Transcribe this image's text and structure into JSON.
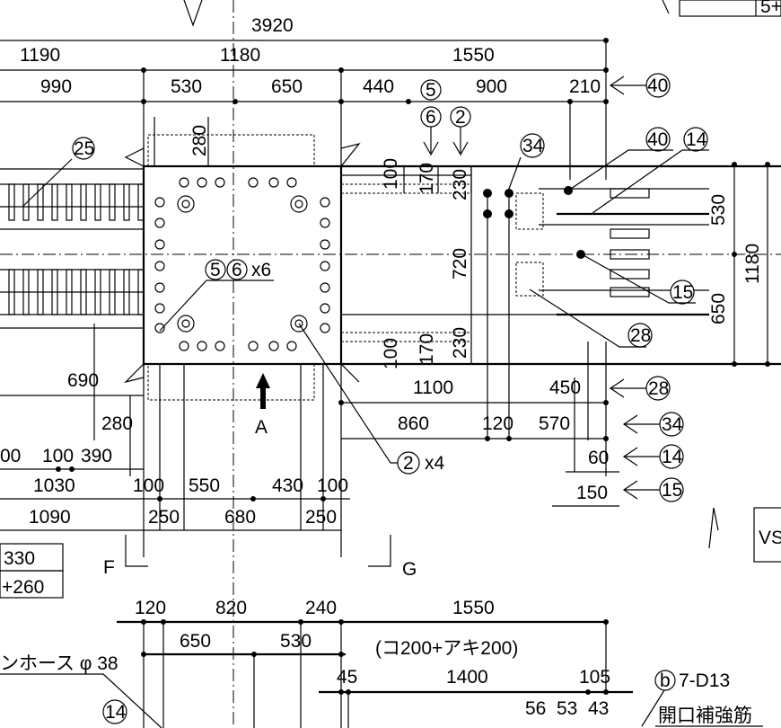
{
  "dims_top": {
    "total": "3920",
    "a": "1190",
    "b": "1180",
    "c": "1550",
    "r1": "990",
    "r2": "530",
    "r3": "650",
    "r4": "440",
    "r5": "900",
    "r6": "210"
  },
  "dims_vert": {
    "v280": "280",
    "v100a": "100",
    "v170a": "170",
    "v230a": "230",
    "v720": "720",
    "v100b": "100",
    "v170b": "170",
    "v230b": "230",
    "v530": "530",
    "v1180": "1180",
    "v650": "650"
  },
  "dims_lower": {
    "d690": "690",
    "d1100": "1100",
    "d450": "450",
    "d280": "280",
    "d860": "860",
    "d120": "120",
    "d570": "570",
    "d00": "00",
    "d100": "100",
    "d390": "390",
    "d60": "60",
    "d1030": "1030",
    "d100b": "100",
    "d550": "550",
    "d430": "430",
    "d100c": "100",
    "d150": "150",
    "d1090": "1090",
    "d250a": "250",
    "d680": "680",
    "d250b": "250"
  },
  "marks": {
    "m40a": "40",
    "m5": "5",
    "m6": "6",
    "m2": "2",
    "m25": "25",
    "m34a": "34",
    "m40b": "40",
    "m14a": "14",
    "m56": "5",
    "m66": "6",
    "x6": "x6",
    "m15a": "15",
    "m28a": "28",
    "m28b": "28",
    "m34b": "34",
    "m2b": "2",
    "x4": "x4",
    "m14b": "14",
    "m15b": "15",
    "m14c": "14",
    "mb": "b"
  },
  "labels": {
    "A": "A",
    "F": "F",
    "G": "G",
    "vs": "VS",
    "box1": "330",
    "box2": "+260",
    "top_right": "5+"
  },
  "bottom": {
    "d120": "120",
    "d820": "820",
    "d240": "240",
    "d1550": "1550",
    "d650": "650",
    "d530": "530",
    "note": "(コ200+アキ200)",
    "d45": "45",
    "d1400": "1400",
    "d105": "105",
    "hose": "ンホース φ 38",
    "rebar": "7-D13",
    "d56": "56",
    "d53": "53",
    "d43": "43",
    "open": "開口補強筋"
  }
}
